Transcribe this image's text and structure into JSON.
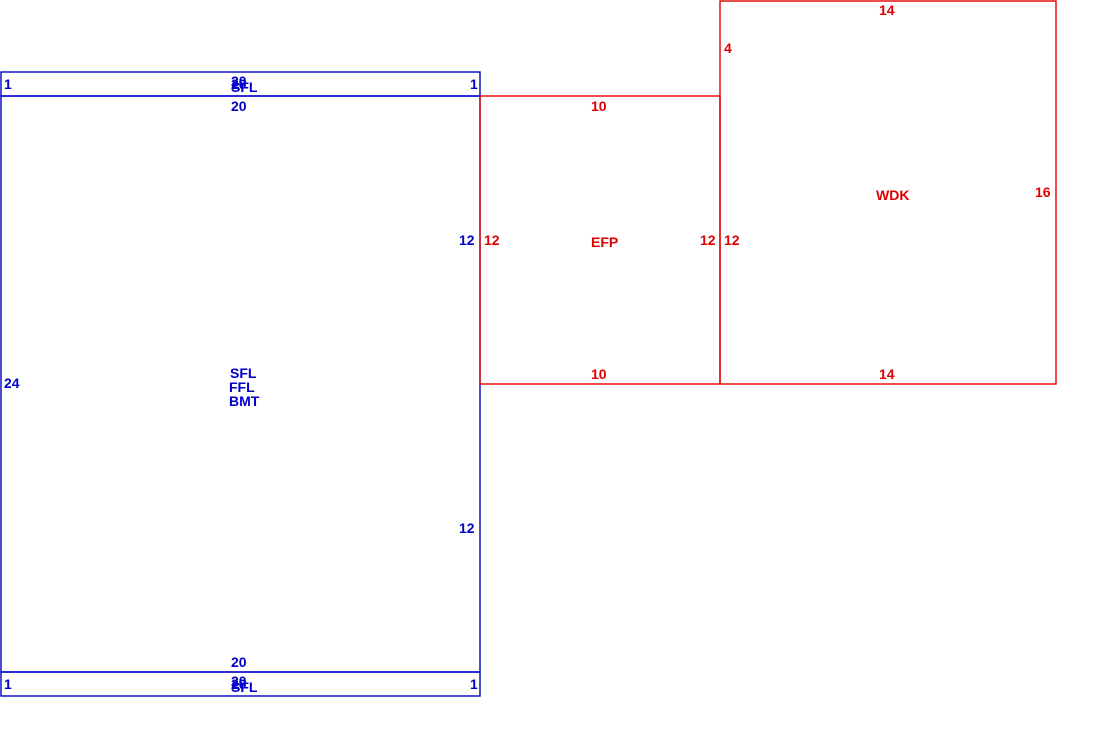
{
  "colors": {
    "main": "#0000c8",
    "addition": "#e00000",
    "background": "#ffffff"
  },
  "main_structure": {
    "labels": [
      "SFL",
      "FFL",
      "BMT"
    ],
    "left_side": "24",
    "right_side_upper": "12",
    "right_side_lower": "12",
    "top_inner": "20",
    "bottom_inner": "20"
  },
  "top_strip": {
    "label": "SFL",
    "length_overlap_a": "20",
    "length_overlap_b": "20",
    "left": "1",
    "right": "1"
  },
  "bottom_strip": {
    "label": "SFL",
    "length_overlap_a": "20",
    "length_overlap_b": "20",
    "left": "1",
    "right": "1"
  },
  "efp": {
    "label": "EFP",
    "top": "10",
    "bottom": "10",
    "left": "12",
    "right": "12"
  },
  "wdk": {
    "label": "WDK",
    "top": "14",
    "bottom": "14",
    "left_lower": "12",
    "left_upper": "4",
    "right": "16"
  }
}
